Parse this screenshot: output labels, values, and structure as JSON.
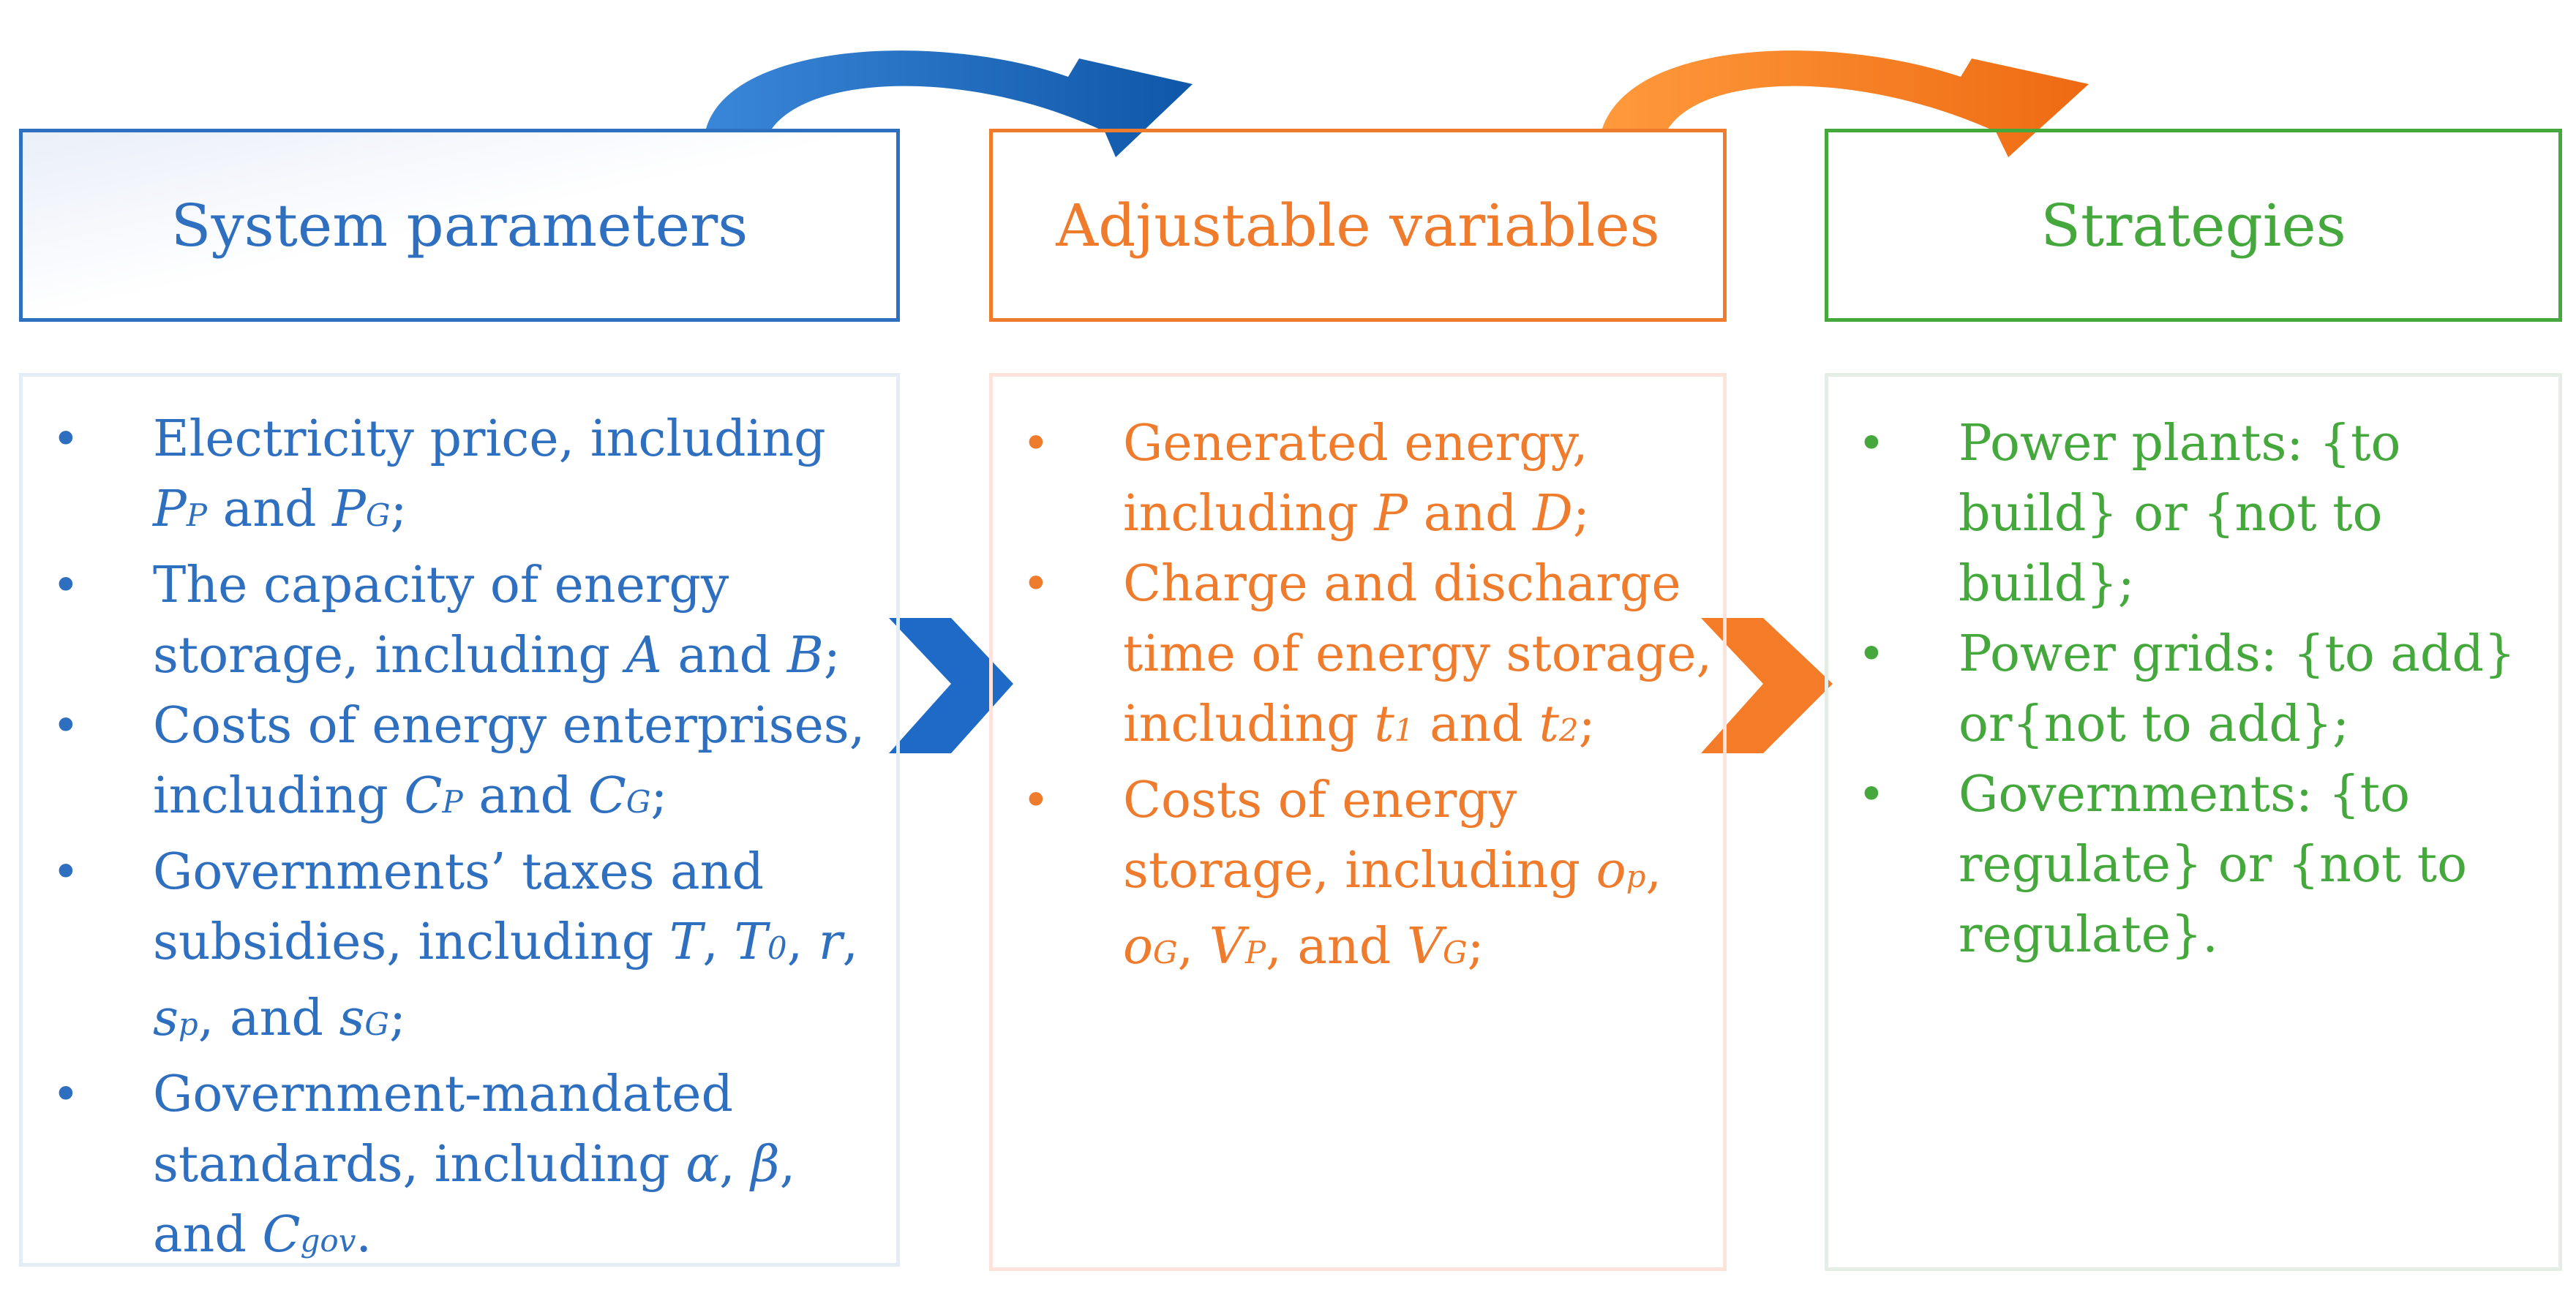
{
  "headers": {
    "system": "System parameters",
    "adjustable": "Adjustable variables",
    "strategies": "Strategies"
  },
  "bullet": "•",
  "system_items": [
    {
      "pre": "Electricity price, including",
      "f": [
        "P",
        "P",
        " and ",
        "P",
        "G",
        ";"
      ]
    },
    {
      "text": "The capacity of energy storage, including",
      "f": [
        "A",
        " and ",
        "B",
        ";"
      ]
    },
    {
      "text": "Costs of energy enterprises, including",
      "f": [
        "C",
        "P",
        " and ",
        "C",
        "G",
        ";"
      ]
    },
    {
      "text": "Governments’ taxes and subsidies, including",
      "f": [
        "T",
        ", ",
        "T",
        "0",
        ", ",
        "r",
        ",",
        "s",
        "p",
        ", and ",
        "s",
        "G",
        ";"
      ]
    },
    {
      "text": "Government-mandated standards, including",
      "f": [
        "α",
        ", ",
        "β",
        ",",
        "and ",
        "C",
        "gov",
        "."
      ]
    }
  ],
  "adjustable_items": [
    {
      "text": "Generated energy, including",
      "f": [
        "P",
        " and ",
        "D",
        ";"
      ]
    },
    {
      "text": "Charge and discharge time of energy storage, including",
      "f": [
        "t",
        "1",
        " and ",
        "t",
        "2",
        ";"
      ]
    },
    {
      "text": "Costs of energy storage, including",
      "f": [
        "o",
        "p",
        ",",
        "o",
        "G",
        ", ",
        "V",
        "P",
        ", and ",
        "V",
        "G",
        ";"
      ]
    }
  ],
  "strategy_items": [
    "Power plants: {to build} or {not to build};",
    "Power grids: {to add} or{not to add};",
    "Governments: {to regulate} or {not to regulate}."
  ],
  "colors": {
    "blue": "#2f6fbf",
    "orange": "#ef7b2d",
    "green": "#45a83c"
  }
}
